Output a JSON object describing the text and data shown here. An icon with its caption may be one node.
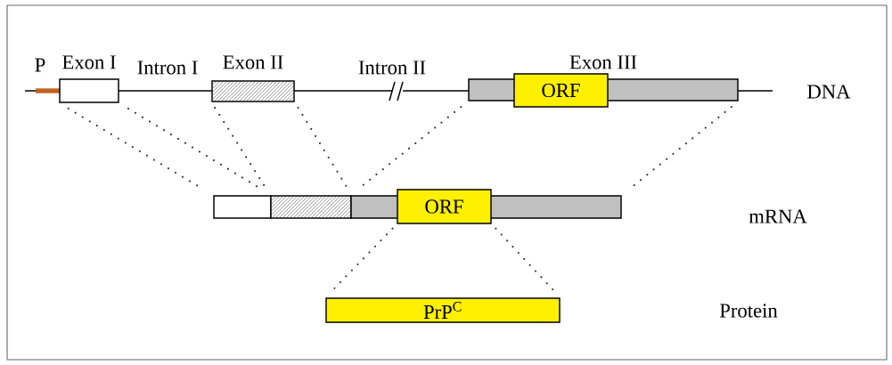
{
  "diagram": {
    "nodes": [
      {
        "text": [
          "Exon I"
        ]
      },
      {
        "text": [
          "Exon II"
        ]
      },
      {
        "text": [
          "Exon III"
        ]
      },
      {
        "text": [
          "ORF"
        ],
        "in": 2
      },
      {
        "text": [],
        "shape": "box"
      },
      {
        "text": [],
        "shape": "box"
      },
      {
        "text": [],
        "shape": "box"
      },
      {
        "text": [
          "ORF"
        ],
        "in": 6
      },
      {
        "text": [
          "PrP$^{C}$"
        ]
      }
    ],
    "edges": [
      {
        "from": 0,
        "to": 4,
        "arrow": "none"
      },
      {
        "from": 0,
        "to": 4,
        "arrow": "none"
      },
      {
        "from": 1,
        "to": 5,
        "arrow": "none"
      },
      {
        "from": 1,
        "to": 5,
        "arrow": "none"
      },
      {
        "from": 2,
        "to": 6,
        "arrow": "none"
      },
      {
        "from": 2,
        "to": 6,
        "arrow": "none"
      },
      {
        "from": 7,
        "to": 8,
        "arrow": "none"
      },
      {
        "from": 7,
        "to": 8,
        "arrow": "none"
      }
    ],
    "labels": [
      "P",
      "Intron I",
      "Intron II",
      "DNA",
      "mRNA",
      "Protein"
    ]
  }
}
